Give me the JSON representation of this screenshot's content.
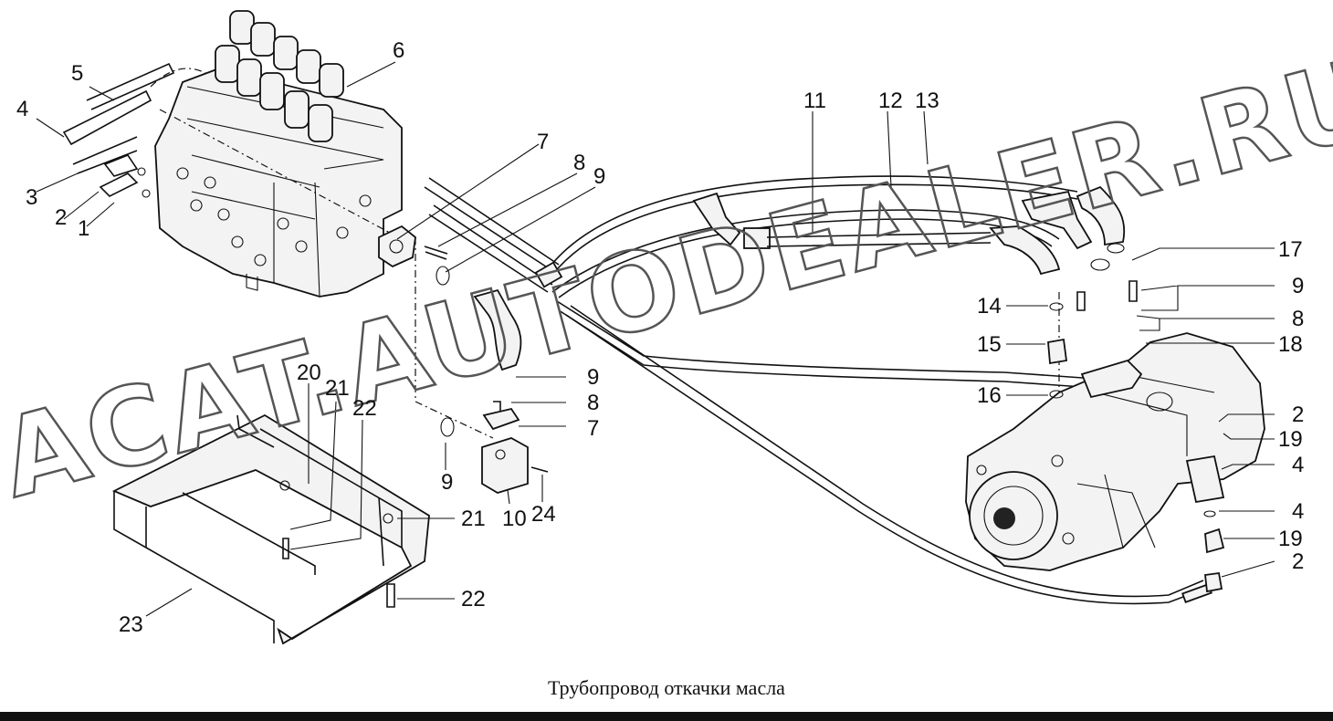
{
  "caption": "Трубопровод откачки масла",
  "watermark": "ACAT.AUTODEALER.RU",
  "callouts": {
    "c1": "1",
    "c2a": "2",
    "c3": "3",
    "c4a": "4",
    "c5": "5",
    "c6": "6",
    "c7a": "7",
    "c8a": "8",
    "c9a": "9",
    "c11": "11",
    "c12": "12",
    "c13": "13",
    "c17": "17",
    "c9b": "9",
    "c8b": "8",
    "c18": "18",
    "c14": "14",
    "c15": "15",
    "c16": "16",
    "c2b": "2",
    "c19a": "19",
    "c4b": "4",
    "c4c": "4",
    "c19b": "19",
    "c2c": "2",
    "c9c": "9",
    "c8c": "8",
    "c7b": "7",
    "c9d": "9",
    "c10": "10",
    "c24": "24",
    "c20": "20",
    "c21a": "21",
    "c22a": "22",
    "c21b": "21",
    "c22b": "22",
    "c23": "23"
  }
}
